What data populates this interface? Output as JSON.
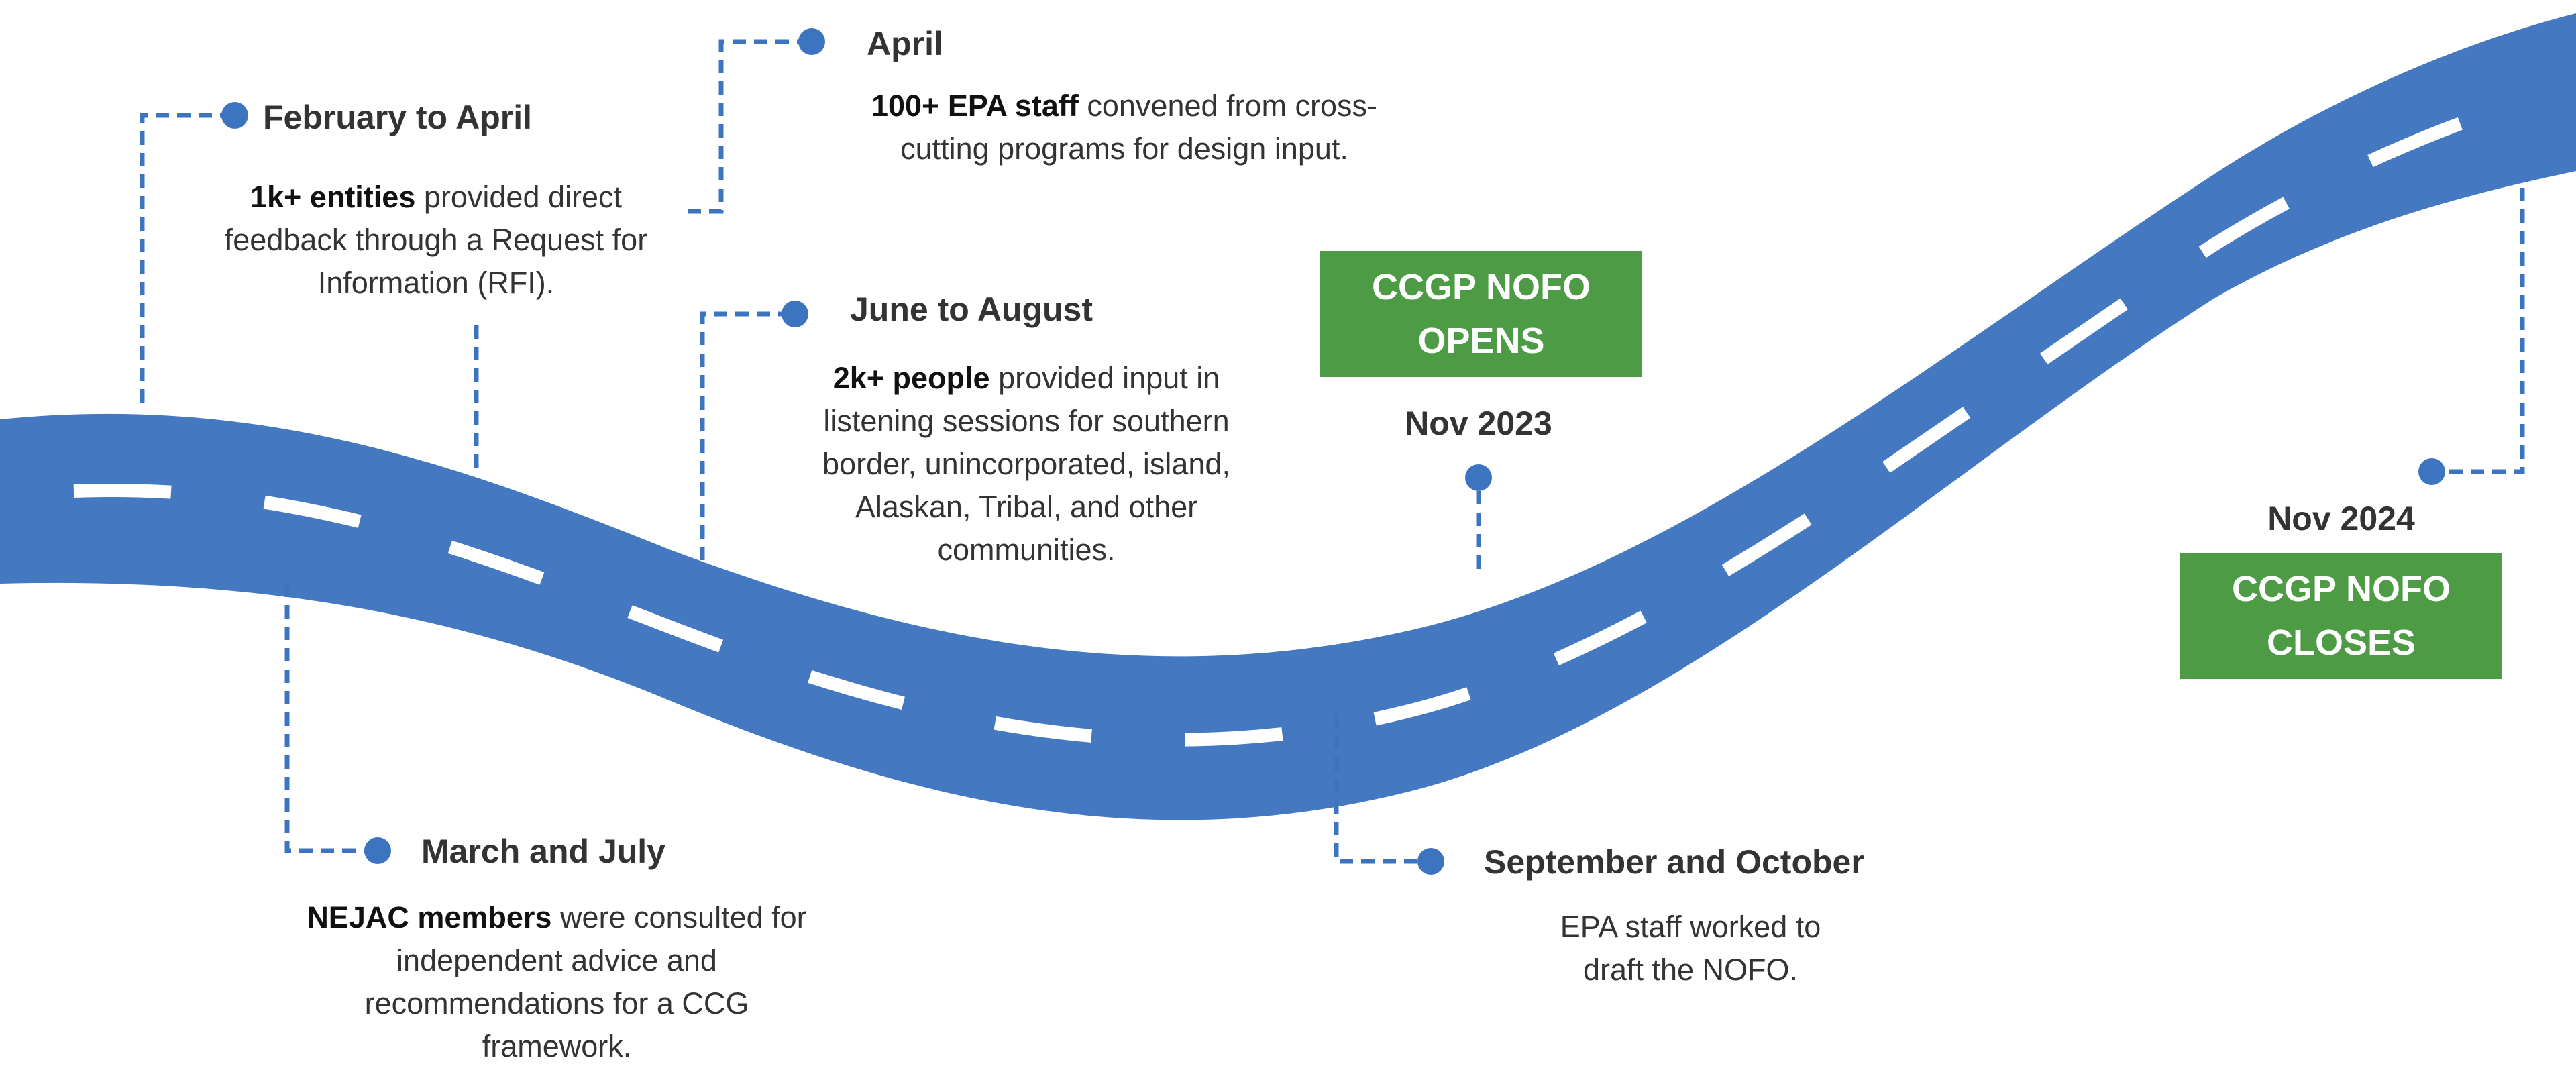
{
  "colors": {
    "road": "#4479c2",
    "connector": "#3d74c0",
    "accent_green": "#4e9b45",
    "text": "#333333"
  },
  "milestones": {
    "feb_apr": {
      "heading": "February to April",
      "bold": "1k+ entities",
      "text": " provided direct feedback through a Request for Information (RFI)."
    },
    "april": {
      "heading": "April",
      "bold": "100+ EPA staff",
      "text": " convened from cross-cutting programs for design input."
    },
    "jun_aug": {
      "heading": "June to August",
      "bold": "2k+ people",
      "text": " provided input in listening sessions for southern border, unincorporated, island, Alaskan, Tribal, and other communities."
    },
    "mar_jul": {
      "heading": "March and July",
      "bold": "NEJAC members",
      "text": " were consulted for independent advice and recommendations for a CCG framework."
    },
    "sep_oct": {
      "heading": "September and October",
      "text": "EPA staff worked to draft the NOFO."
    }
  },
  "events": {
    "opens": {
      "line1": "CCGP NOFO",
      "line2": "OPENS",
      "date": "Nov 2023"
    },
    "closes": {
      "line1": "CCGP NOFO",
      "line2": "CLOSES",
      "date": "Nov 2024"
    }
  }
}
